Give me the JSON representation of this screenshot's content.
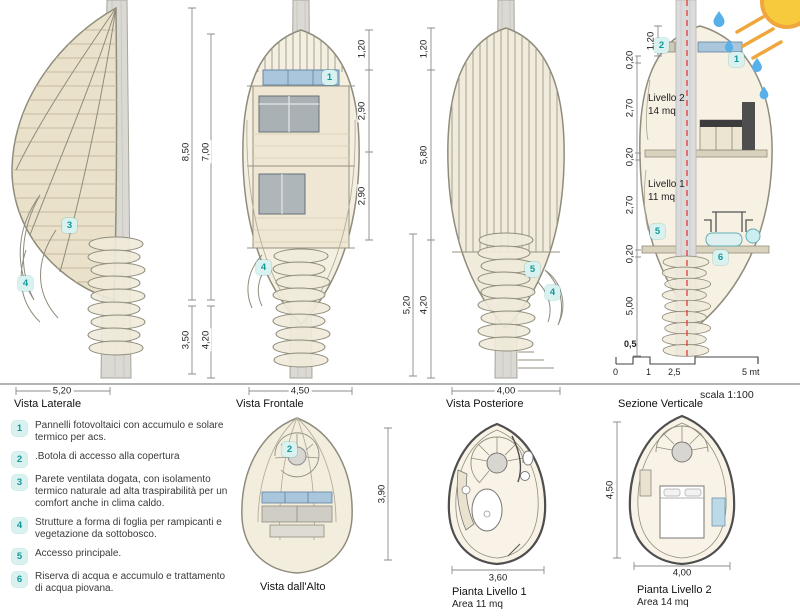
{
  "colors": {
    "marker_teal": "#13989b",
    "marker_bg": "#d9f2f0",
    "section_cut_red": "#e23b3b",
    "solar_panel_blue": "#a9c6dd",
    "sun_yellow": "#f7ca3e",
    "rain_blue": "#57b0ea",
    "wood_beige": "#eae1cb"
  },
  "icons": {
    "sun": "sun-icon",
    "raindrops": "raindrop-icon"
  },
  "scale_bar": {
    "half_label": "0,5",
    "ticks": [
      "0",
      "1",
      "2,5",
      "5 mt"
    ],
    "scale_label": "scala 1:100"
  },
  "views": {
    "laterale": {
      "label": "Vista Laterale",
      "width_dim": "5,20",
      "dims": [
        "8,50",
        "7,00",
        "3,50",
        "4,20"
      ],
      "markers": [
        "3",
        "4"
      ]
    },
    "frontale": {
      "label": "Vista Frontale",
      "width_dim": "4,50",
      "dims": [
        "1,20",
        "2,90",
        "2,90",
        "5,20"
      ],
      "markers": [
        "1",
        "4"
      ]
    },
    "posteriore": {
      "label": "Vista Posteriore",
      "width_dim": "4,00",
      "dims": [
        "1,20",
        "5,80",
        "4,20"
      ],
      "markers": [
        "5",
        "4"
      ]
    },
    "sezione": {
      "label": "Sezione Verticale",
      "dims": [
        "1,20",
        "0,20",
        "2,70",
        "0,20",
        "2,70",
        "0,20",
        "5,00"
      ],
      "levels": [
        {
          "name": "Livello 2",
          "area": "14 mq"
        },
        {
          "name": "Livello 1",
          "area": "11 mq"
        }
      ],
      "markers": [
        "2",
        "1",
        "5",
        "6"
      ]
    },
    "alto": {
      "label": "Vista dall'Alto",
      "markers": [
        "2"
      ]
    },
    "pianta1": {
      "label": "Pianta Livello 1",
      "area": "Area 11 mq",
      "height_dim": "3,90",
      "width_dim": "3,60"
    },
    "pianta2": {
      "label": "Pianta Livello 2",
      "area": "Area 14 mq",
      "height_dim": "4,50",
      "width_dim": "4,00"
    }
  },
  "legend": [
    {
      "num": "1",
      "text": "Pannelli fotovoltaici con accumulo e solare termico per acs."
    },
    {
      "num": "2",
      "text": ".Botola di accesso alla copertura"
    },
    {
      "num": "3",
      "text": "Parete ventilata dogata, con isolamento termico naturale ad alta traspirabilità per un comfort anche in clima caldo."
    },
    {
      "num": "4",
      "text": "Strutture a forma di foglia per rampicanti e vegetazione da sottobosco."
    },
    {
      "num": "5",
      "text": "Accesso principale."
    },
    {
      "num": "6",
      "text": "Riserva di acqua e accumulo e trattamento di acqua piovana."
    }
  ]
}
